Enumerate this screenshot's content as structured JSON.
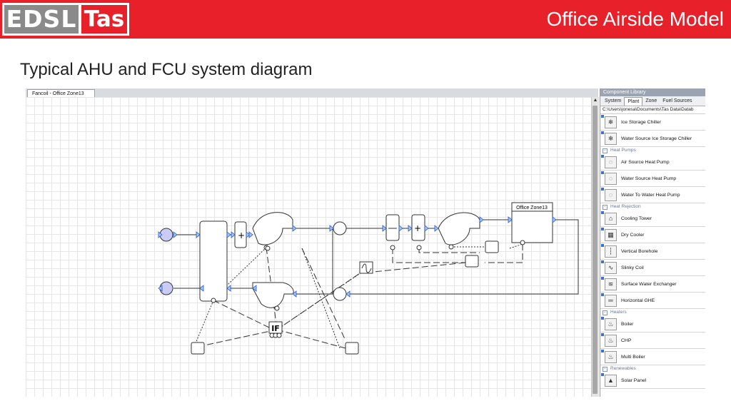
{
  "header": {
    "logo_left": "EDSL",
    "logo_right": "Tas",
    "slide_title": "Office Airside Model"
  },
  "subtitle": "Typical AHU and FCU system diagram",
  "screenshot": {
    "document_tab": "Fancoil - Office Zone13",
    "zone_label": "Office Zone13",
    "controller_label": "IF",
    "library": {
      "title": "Component Library",
      "tabs": [
        {
          "label": "System",
          "active": false
        },
        {
          "label": "Plant",
          "active": true
        },
        {
          "label": "Zone",
          "active": false
        },
        {
          "label": "Fuel Sources",
          "active": false
        }
      ],
      "path": "C:\\Users\\jonesa\\Documents\\Tas Data\\Datab",
      "list": [
        {
          "type": "item",
          "label": "Ice Storage Chiller",
          "icon": "ice-storage-chiller-icon"
        },
        {
          "type": "item",
          "label": "Water Source Ice Storage Chiller",
          "icon": "water-source-ice-storage-chiller-icon"
        },
        {
          "type": "group",
          "label": "Heat Pumps"
        },
        {
          "type": "item",
          "label": "Air Source Heat Pump",
          "icon": "air-source-heat-pump-icon"
        },
        {
          "type": "item",
          "label": "Water Source Heat Pump",
          "icon": "water-source-heat-pump-icon"
        },
        {
          "type": "item",
          "label": "Water To Water Heat Pump",
          "icon": "water-to-water-heat-pump-icon"
        },
        {
          "type": "group",
          "label": "Heat Rejection"
        },
        {
          "type": "item",
          "label": "Cooling Tower",
          "icon": "cooling-tower-icon"
        },
        {
          "type": "item",
          "label": "Dry Cooler",
          "icon": "dry-cooler-icon"
        },
        {
          "type": "item",
          "label": "Vertical Borehole",
          "icon": "vertical-borehole-icon"
        },
        {
          "type": "item",
          "label": "Slinky Coil",
          "icon": "slinky-coil-icon"
        },
        {
          "type": "item",
          "label": "Surface Water Exchanger",
          "icon": "surface-water-exchanger-icon"
        },
        {
          "type": "item",
          "label": "Horizontal GHE",
          "icon": "horizontal-ghe-icon"
        },
        {
          "type": "group",
          "label": "Heaters"
        },
        {
          "type": "item",
          "label": "Boiler",
          "icon": "boiler-icon"
        },
        {
          "type": "item",
          "label": "CHP",
          "icon": "chp-icon"
        },
        {
          "type": "item",
          "label": "Multi Boiler",
          "icon": "multi-boiler-icon"
        },
        {
          "type": "group",
          "label": "Renewables"
        },
        {
          "type": "item",
          "label": "Solar Panel",
          "icon": "solar-panel-icon"
        }
      ]
    }
  }
}
